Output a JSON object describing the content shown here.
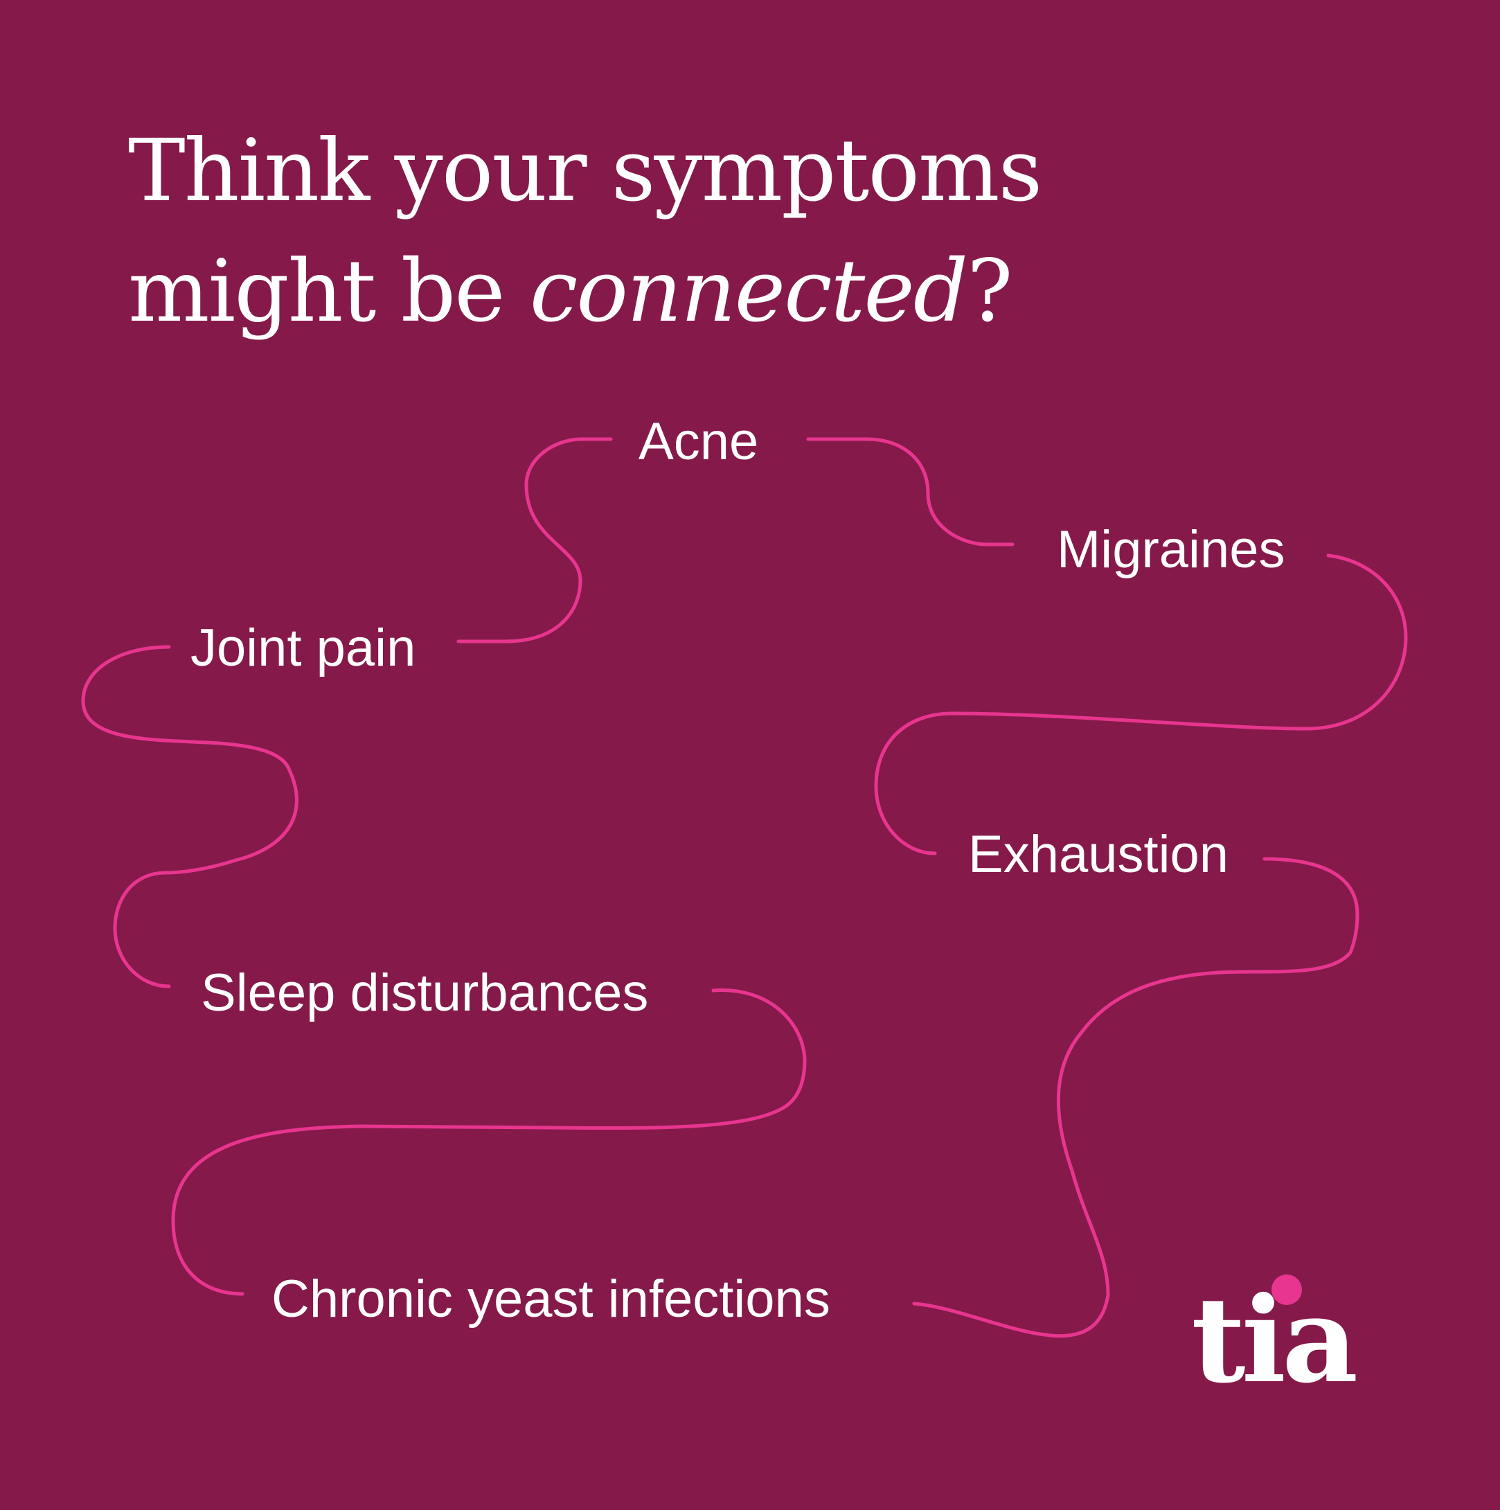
{
  "headline": {
    "line1": "Think your symptoms",
    "line2_plain": "might be ",
    "line2_italic": "connected",
    "line2_end": "?"
  },
  "symptoms": {
    "acne": "Acne",
    "migraines": "Migraines",
    "joint_pain": "Joint pain",
    "exhaustion": "Exhaustion",
    "sleep": "Sleep disturbances",
    "yeast": "Chronic yeast infections"
  },
  "logo": {
    "text": "tia"
  },
  "colors": {
    "background": "#851a4a",
    "line": "#e8358f",
    "text": "#ffffff"
  }
}
